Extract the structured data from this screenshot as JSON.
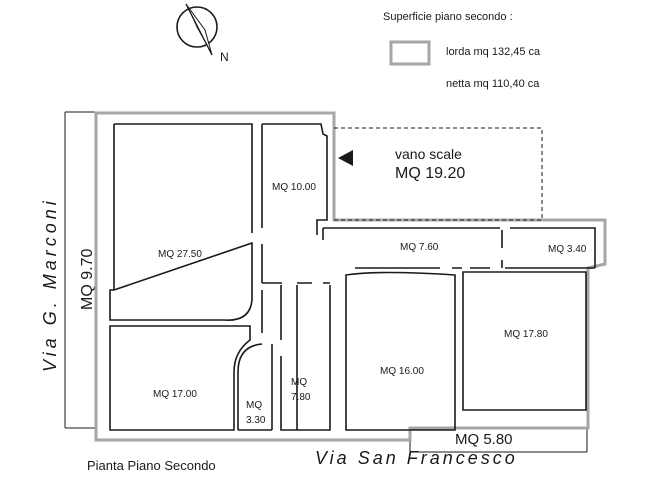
{
  "compass": {
    "label": "N",
    "icon": "north-arrow-icon"
  },
  "legend": {
    "title": "Superficie  piano secondo :",
    "lorda": "lorda  mq 132,45 ca",
    "netta": "netta mq 110,40 ca",
    "swatch_color": "#a6a6a6"
  },
  "stair": {
    "label": "vano scale",
    "area": "MQ 19.20"
  },
  "rooms": {
    "r1": "MQ 27.50",
    "r2": "MQ 10.00",
    "r3": "MQ 7.60",
    "r4": "MQ 3.40",
    "r5": "MQ 17.00",
    "r6": "MQ",
    "r6b": "3.30",
    "r7": "MQ",
    "r7b": "7.80",
    "r8": "MQ 16.00",
    "r9": "MQ 17.80"
  },
  "balcony_left": "MQ 9.70",
  "balcony_bottom": "MQ 5.80",
  "streets": {
    "left": "Via G. Marconi",
    "bottom": "Via San Francesco"
  },
  "plan_title": "Pianta Piano Secondo",
  "colors": {
    "outline": "#a6a6a6",
    "wall": "#1a1a1a"
  }
}
